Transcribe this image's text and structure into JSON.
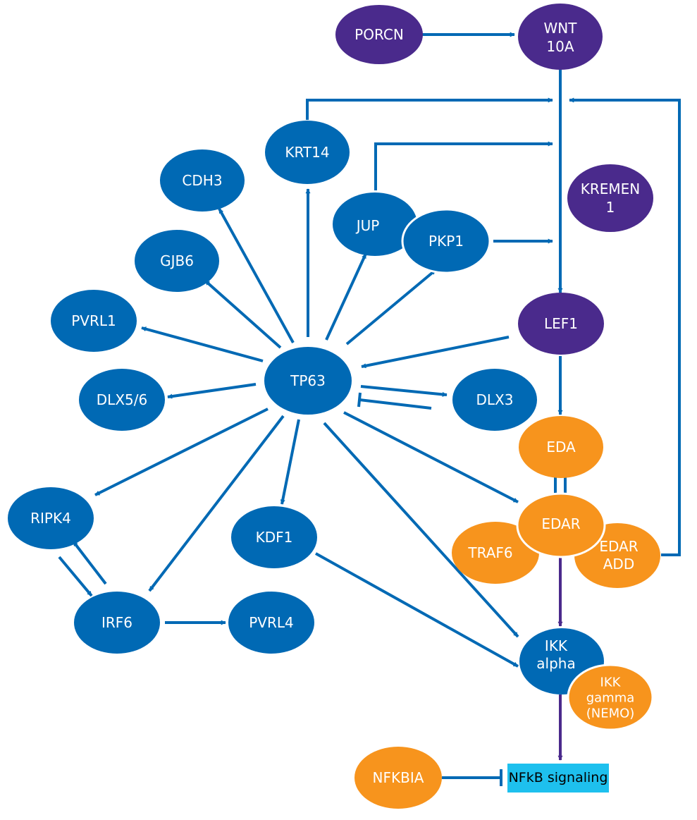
{
  "colors": {
    "blue": "#0069b4",
    "purple": "#4a2a8c",
    "orange": "#f7941d",
    "cyan": "#1ec0ee"
  },
  "nodes": {
    "porcn": "PORCN",
    "wnt10a": [
      "WNT",
      "10A"
    ],
    "kremen1": [
      "KREMEN",
      "1"
    ],
    "lef1": "LEF1",
    "krt14": "KRT14",
    "cdh3": "CDH3",
    "jup": "JUP",
    "pkp1": "PKP1",
    "gjb6": "GJB6",
    "pvrl1": "PVRL1",
    "tp63": "TP63",
    "dlx56": "DLX5/6",
    "dlx3": "DLX3",
    "eda": "EDA",
    "edar": "EDAR",
    "traf6": "TRAF6",
    "edaradd": [
      "EDAR",
      "ADD"
    ],
    "ripk4": "RIPK4",
    "kdf1": "KDF1",
    "irf6": "IRF6",
    "pvrl4": "PVRL4",
    "ikkalpha": [
      "IKK",
      "alpha"
    ],
    "ikkgamma": [
      "IKK",
      "gamma",
      "(NEMO)"
    ],
    "nfkbia": "NFKBIA",
    "nfkb": "NFkB signaling"
  }
}
